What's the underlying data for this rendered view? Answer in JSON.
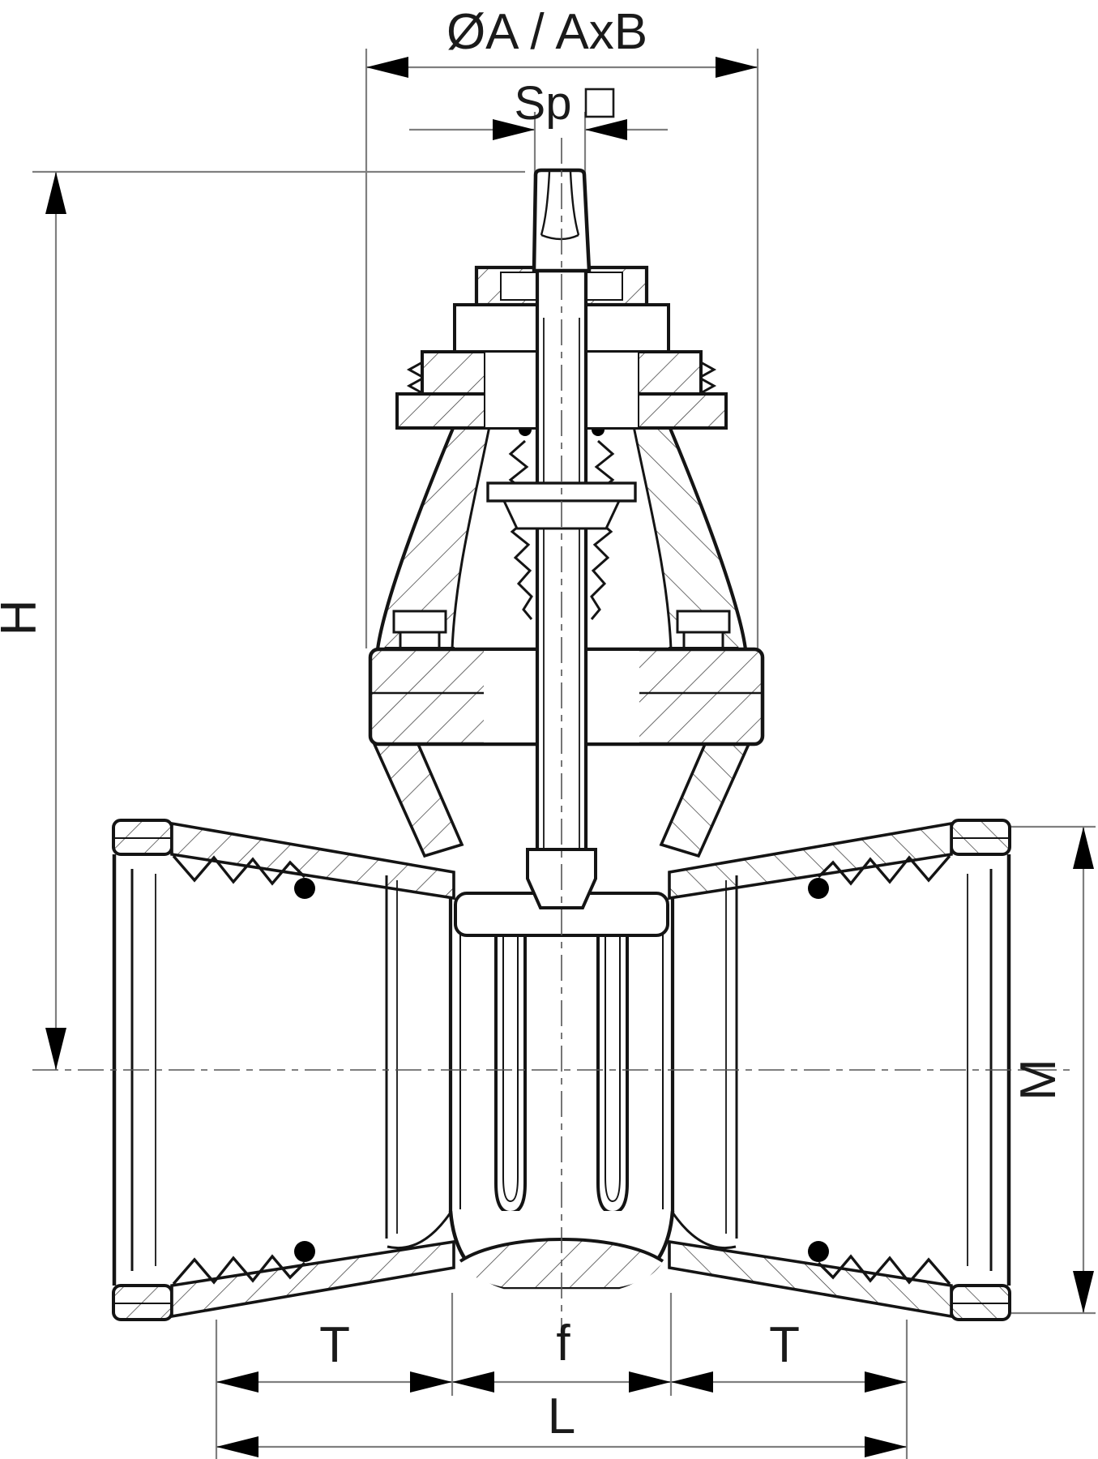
{
  "drawing": {
    "type": "engineering cross-section",
    "subject": "socket-end gate valve with stem cap",
    "background": "#ffffff",
    "line_color": "#1a1a1a",
    "dimension_color": "#7f7f7f",
    "labels": {
      "top_diameter": "ØA / AxB",
      "stem_square": "Sp",
      "height": "H",
      "socket_od": "M",
      "insertion_depth_left": "T",
      "insertion_depth_right": "T",
      "center_face_gap": "f",
      "overall_length": "L"
    }
  }
}
